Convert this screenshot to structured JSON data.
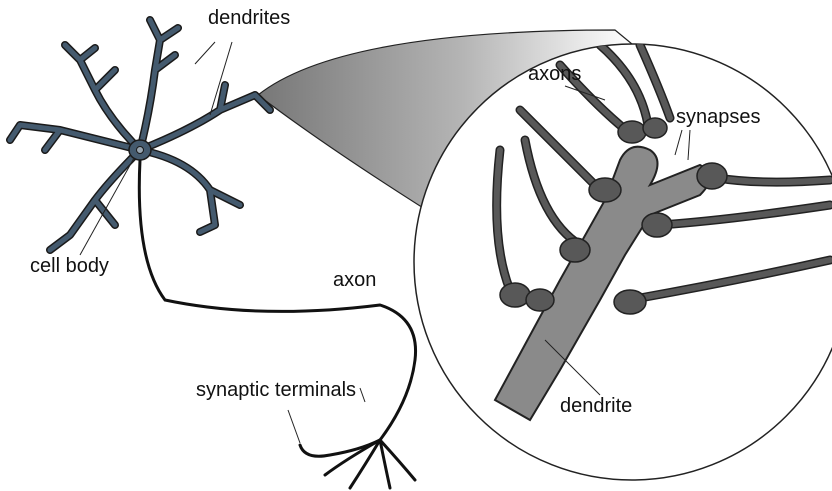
{
  "labels": {
    "dendrites": "dendrites",
    "cell_body": "cell body",
    "axon": "axon",
    "synaptic_terminals": "synaptic terminals",
    "axons": "axons",
    "synapses": "synapses",
    "dendrite": "dendrite"
  },
  "colors": {
    "membrane": "#445a6e",
    "membrane_outline": "#1a1a1a",
    "axon_line": "#111111",
    "inset_dendrite": "#8a8a8a",
    "inset_axon": "#585858",
    "magnifier_dark": "#777777",
    "magnifier_light": "#ffffff",
    "background": "#ffffff"
  }
}
